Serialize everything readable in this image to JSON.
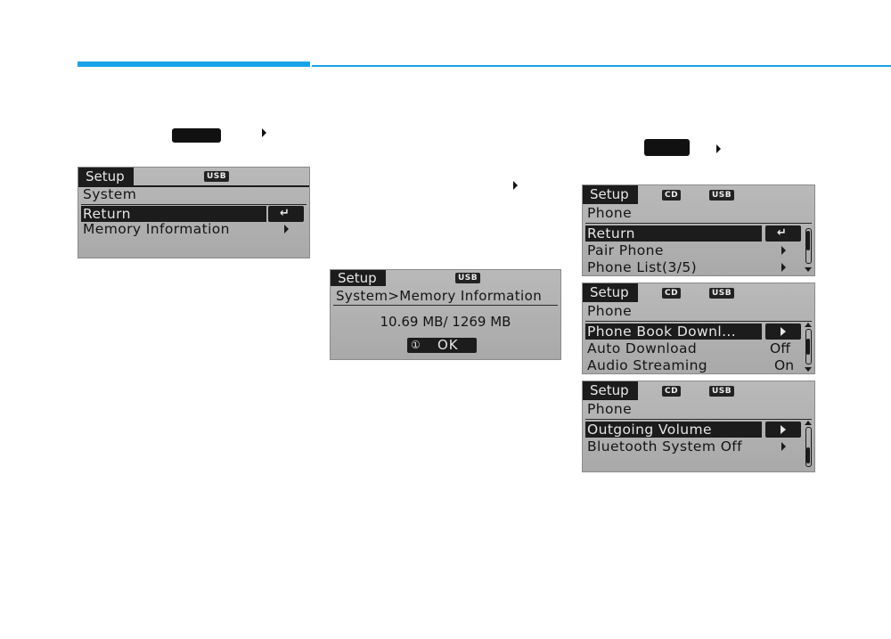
{
  "colors": {
    "accent_rule": "#1aa3e8",
    "lcd_background": "#b0b0b0",
    "highlight": "#1c1c1c"
  },
  "screen_system": {
    "tab": "Setup",
    "badges": [
      "USB"
    ],
    "header": "System",
    "items": [
      {
        "label": "Return",
        "icon": "return-icon",
        "selected": true
      },
      {
        "label": "Memory Information",
        "icon": "chevron-right-icon",
        "selected": false
      }
    ]
  },
  "screen_memory": {
    "tab": "Setup",
    "badges": [
      "USB"
    ],
    "header": "System>Memory Information",
    "value": "10.69 MB/ 1269 MB",
    "ok_icon": "①",
    "ok_label": "OK"
  },
  "screen_phone_1": {
    "tab": "Setup",
    "badges": [
      "CD",
      "USB"
    ],
    "header": "Phone",
    "items": [
      {
        "label": "Return",
        "icon": "return-icon",
        "selected": true
      },
      {
        "label": "Pair Phone",
        "icon": "chevron-right-icon",
        "selected": false
      },
      {
        "label": "Phone List(3/5)",
        "icon": "chevron-right-icon",
        "selected": false
      }
    ]
  },
  "screen_phone_2": {
    "tab": "Setup",
    "badges": [
      "CD",
      "USB"
    ],
    "header": "Phone",
    "items": [
      {
        "label": "Phone Book Downl...",
        "icon": "chevron-right-icon",
        "selected": true
      },
      {
        "label": "Auto Download",
        "value": "Off",
        "selected": false
      },
      {
        "label": "Audio Streaming",
        "value": "On",
        "selected": false
      }
    ]
  },
  "screen_phone_3": {
    "tab": "Setup",
    "badges": [
      "CD",
      "USB"
    ],
    "header": "Phone",
    "items": [
      {
        "label": "Outgoing Volume",
        "icon": "chevron-right-icon",
        "selected": true
      },
      {
        "label": "Bluetooth System Off",
        "icon": "chevron-right-icon",
        "selected": false
      }
    ]
  }
}
